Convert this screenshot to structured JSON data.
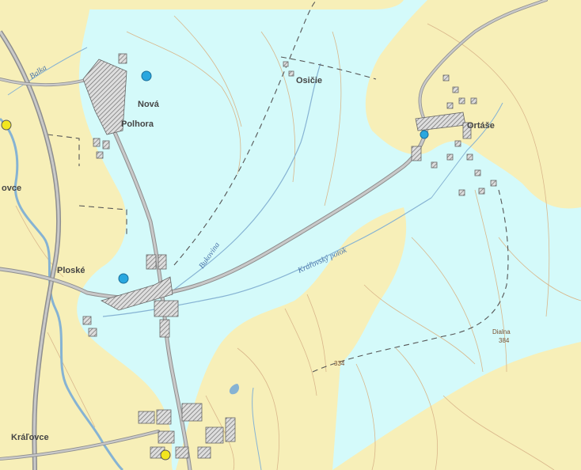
{
  "map": {
    "colors": {
      "lowland": "#d4fafa",
      "upland": "#f7efb8",
      "contour": "#d9b68a",
      "road_fill": "#c9c9c9",
      "road_edge": "#8e8e8e",
      "stream": "#86b3d3",
      "settlement_fill": "#dedede",
      "settlement_hatch": "#666666",
      "well_marker": "#29a7df",
      "town_marker": "#f2e61e",
      "boundary": "#555555"
    },
    "places": {
      "nova": "Nová",
      "polhora": "Polhora",
      "osicie": "Osičie",
      "ortase": "Ortáše",
      "ovce": "ovce",
      "ploske": "Ploské",
      "kralovce": "Kráľovce"
    },
    "streams": {
      "balka": "Balka",
      "bukovina": "Bukovina",
      "kralovsky_potok": "Kráľovský potok"
    },
    "peaks": {
      "dialna_name": "Dialna",
      "dialna_elevation": "384",
      "hill_elevation": "334"
    },
    "markers": [
      "well-marker",
      "well-marker",
      "well-marker",
      "town-marker",
      "town-marker"
    ]
  }
}
